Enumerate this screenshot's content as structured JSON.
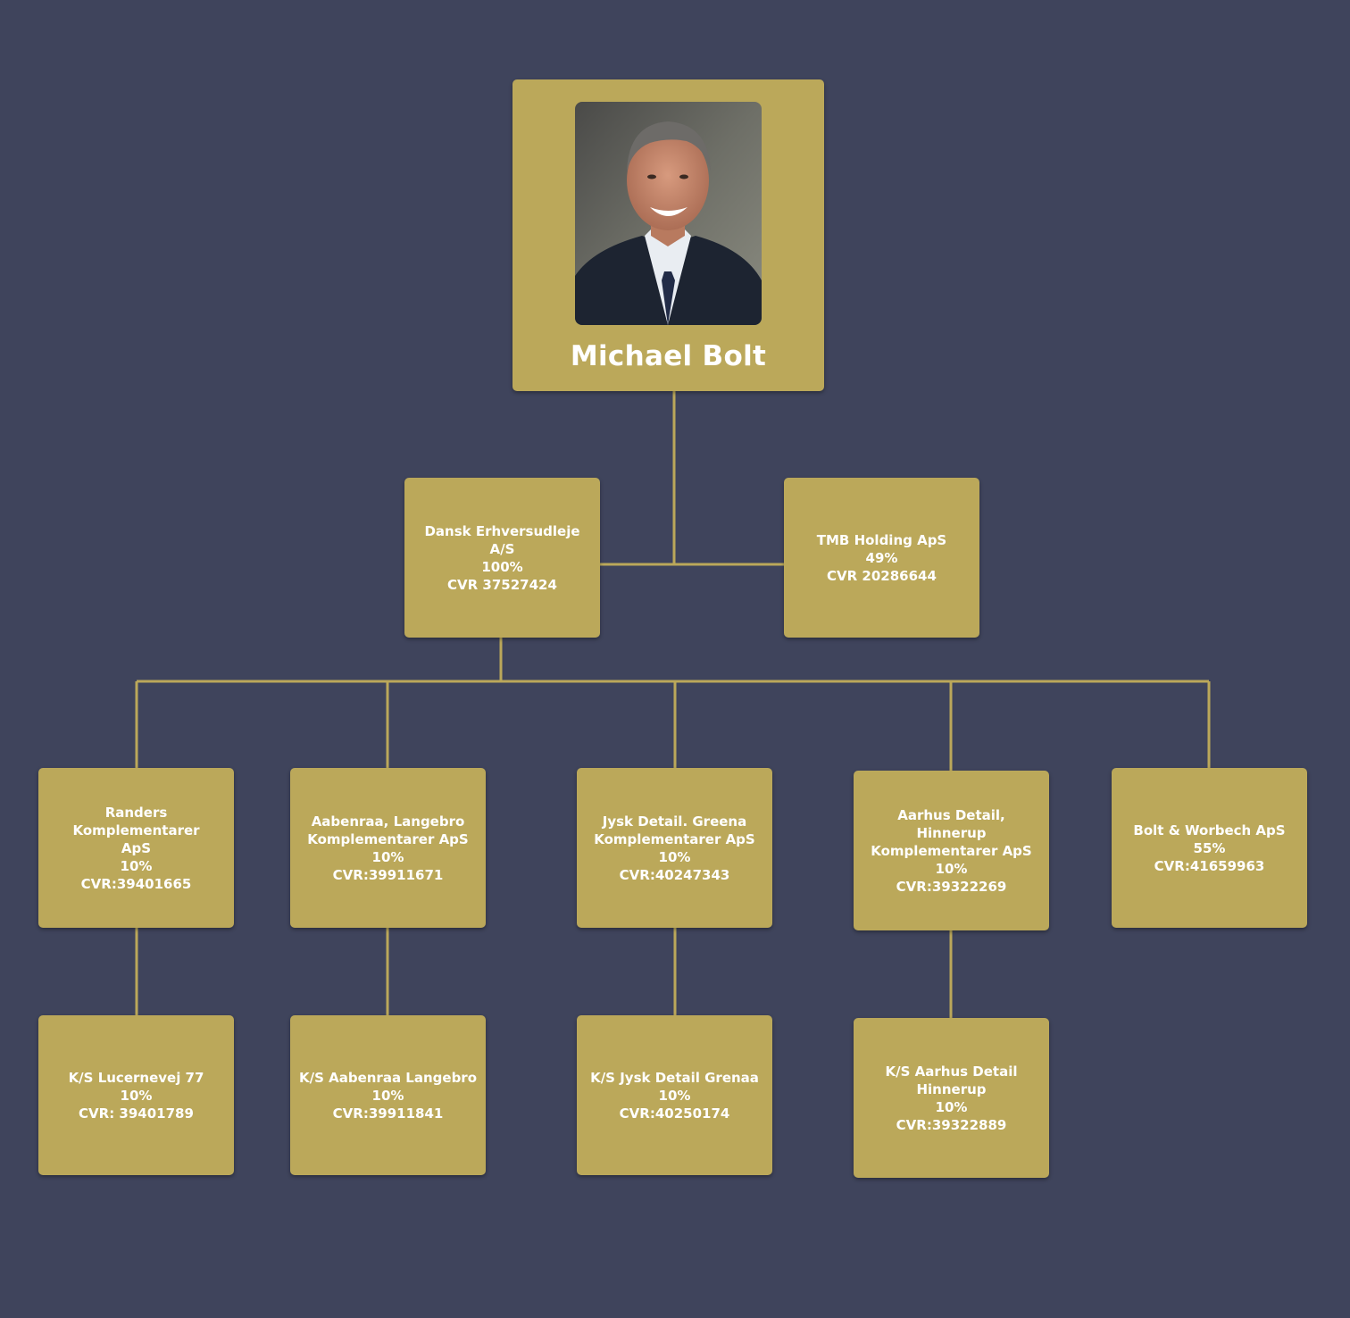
{
  "root": {
    "name": "Michael Bolt"
  },
  "level1": [
    {
      "lines": [
        "Dansk Erhversudleje",
        "A/S",
        "100%",
        "CVR 37527424"
      ]
    },
    {
      "lines": [
        "TMB Holding ApS",
        "49%",
        "CVR 20286644"
      ]
    }
  ],
  "level2": [
    {
      "lines": [
        "Randers",
        "Komplementarer",
        "ApS",
        "10%",
        "CVR:39401665"
      ]
    },
    {
      "lines": [
        "Aabenraa, Langebro",
        "Komplementarer ApS",
        "10%",
        "CVR:39911671"
      ]
    },
    {
      "lines": [
        "Jysk Detail. Greena",
        "Komplementarer ApS",
        "10%",
        "CVR:40247343"
      ]
    },
    {
      "lines": [
        "Aarhus Detail, Hinnerup",
        "Komplementarer ApS",
        "10%",
        "CVR:39322269"
      ]
    },
    {
      "lines": [
        "Bolt & Worbech ApS",
        "55%",
        "CVR:41659963"
      ]
    }
  ],
  "level3": [
    {
      "lines": [
        "K/S Lucernevej 77",
        "10%",
        "CVR: 39401789"
      ]
    },
    {
      "lines": [
        "K/S Aabenraa Langebro",
        "10%",
        "CVR:39911841"
      ]
    },
    {
      "lines": [
        "K/S Jysk Detail Grenaa",
        "10%",
        "CVR:40250174"
      ]
    },
    {
      "lines": [
        "K/S Aarhus Detail",
        "Hinnerup",
        "10%",
        "CVR:39322889"
      ]
    }
  ],
  "colors": {
    "background": "#3f445c",
    "node": "#bba85a",
    "connector": "#bba85a",
    "text": "#ffffff"
  }
}
